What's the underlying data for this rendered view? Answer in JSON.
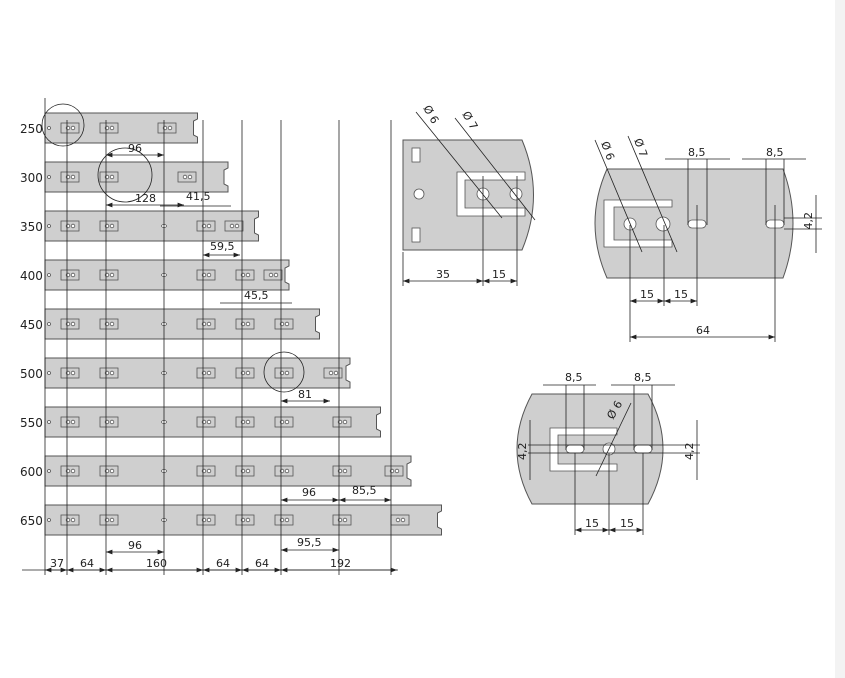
{
  "rail_lengths": [
    "250",
    "300",
    "350",
    "400",
    "450",
    "500",
    "550",
    "600",
    "650"
  ],
  "rail_length_values": [
    250,
    300,
    350,
    400,
    450,
    500,
    550,
    600,
    650
  ],
  "rail_dims": {
    "d96_top": "96",
    "d128": "128",
    "d41_5": "41,5",
    "d59_5": "59,5",
    "d45_5": "45,5",
    "d81": "81",
    "d96_mid": "96",
    "d85_5": "85,5",
    "d95_5": "95,5",
    "d96_bottom": "96"
  },
  "bottom_dims": [
    "37",
    "64",
    "160",
    "64",
    "64",
    "192"
  ],
  "plate1": {
    "dia6": "Ø 6",
    "dia7": "Ø 7",
    "d35": "35",
    "d15": "15"
  },
  "plate2": {
    "dia6": "Ø 6",
    "dia7": "Ø 7",
    "d8_5a": "8,5",
    "d8_5b": "8,5",
    "d4_2": "4,2",
    "d15a": "15",
    "d15b": "15",
    "d64": "64"
  },
  "plate3": {
    "d8_5a": "8,5",
    "d8_5b": "8,5",
    "dia6": "Ø 6",
    "d4_2l": "4,2",
    "d4_2r": "4,2",
    "d15a": "15",
    "d15b": "15"
  },
  "colors": {
    "part": "#cfcfcf",
    "line": "#222222"
  }
}
